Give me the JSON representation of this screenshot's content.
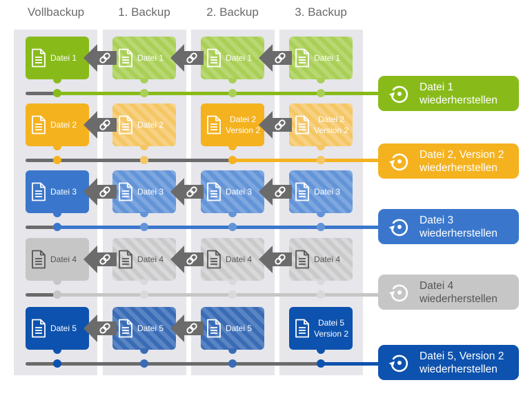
{
  "columns": [
    {
      "label": "Vollbackup"
    },
    {
      "label": "1. Backup"
    },
    {
      "label": "2. Backup"
    },
    {
      "label": "3. Backup"
    }
  ],
  "icons": {
    "file": "file-icon",
    "link": "link-icon",
    "arrow": "arrow-left-icon",
    "restore": "restore-icon"
  },
  "rows": [
    {
      "name": "datei-1",
      "color": "#88bb1a",
      "light": "#a9cf57",
      "stripe": "#b9d873",
      "text_dark": false,
      "restore_from_col": 0,
      "cards": [
        {
          "line1": "Datei 1",
          "line2": "",
          "style": "solid"
        },
        {
          "line1": "Datei 1",
          "line2": "",
          "style": "striped"
        },
        {
          "line1": "Datei 1",
          "line2": "",
          "style": "striped"
        },
        {
          "line1": "Datei 1",
          "line2": "",
          "style": "striped"
        }
      ],
      "links": [
        true,
        true,
        true
      ],
      "button": {
        "line1": "Datei 1",
        "line2": "wiederherstellen"
      }
    },
    {
      "name": "datei-2",
      "color": "#f5b21f",
      "light": "#f5c664",
      "stripe": "#f7d285",
      "text_dark": false,
      "restore_from_col": 2,
      "cards": [
        {
          "line1": "Datei 2",
          "line2": "",
          "style": "solid"
        },
        {
          "line1": "Datei 2",
          "line2": "",
          "style": "striped"
        },
        {
          "line1": "Datei 2",
          "line2": "Version 2",
          "style": "solid"
        },
        {
          "line1": "Datei 2",
          "line2": "Version 2",
          "style": "striped"
        }
      ],
      "links": [
        true,
        false,
        true
      ],
      "button": {
        "line1": "Datei 2, Version 2",
        "line2": "wiederherstellen"
      }
    },
    {
      "name": "datei-3",
      "color": "#3a77cc",
      "light": "#6394d8",
      "stripe": "#7ea7e0",
      "text_dark": false,
      "restore_from_col": 0,
      "cards": [
        {
          "line1": "Datei 3",
          "line2": "",
          "style": "solid"
        },
        {
          "line1": "Datei 3",
          "line2": "",
          "style": "striped"
        },
        {
          "line1": "Datei 3",
          "line2": "",
          "style": "striped"
        },
        {
          "line1": "Datei 3",
          "line2": "",
          "style": "striped"
        }
      ],
      "links": [
        true,
        true,
        true
      ],
      "button": {
        "line1": "Datei 3",
        "line2": "wiederherstellen"
      }
    },
    {
      "name": "datei-4",
      "color": "#c6c6c6",
      "light": "#d9d9db",
      "stripe": "#cacaca",
      "text_dark": true,
      "restore_from_col": 0,
      "cards": [
        {
          "line1": "Datei 4",
          "line2": "",
          "style": "solid"
        },
        {
          "line1": "Datei 4",
          "line2": "",
          "style": "striped"
        },
        {
          "line1": "Datei 4",
          "line2": "",
          "style": "striped"
        },
        {
          "line1": "Datei 4",
          "line2": "",
          "style": "striped"
        }
      ],
      "links": [
        true,
        true,
        true
      ],
      "button": {
        "line1": "Datei 4",
        "line2": "wiederherstellen"
      }
    },
    {
      "name": "datei-5",
      "color": "#0d52ae",
      "light": "#3a6cb6",
      "stripe": "#5a85c4",
      "text_dark": false,
      "restore_from_col": 3,
      "cards": [
        {
          "line1": "Datei 5",
          "line2": "",
          "style": "solid"
        },
        {
          "line1": "Datei 5",
          "line2": "",
          "style": "striped"
        },
        {
          "line1": "Datei 5",
          "line2": "",
          "style": "striped"
        },
        {
          "line1": "Datei 5",
          "line2": "Version 2",
          "style": "solid"
        }
      ],
      "links": [
        true,
        true,
        false
      ],
      "button": {
        "line1": "Datei 5, Version 2",
        "line2": "wiederherstellen"
      }
    }
  ],
  "colors": {
    "panel": "#e6e6eb",
    "arrow": "#6b6b6b",
    "timeline_base": "#6b6b6b",
    "header_text": "#6a6a6a"
  }
}
